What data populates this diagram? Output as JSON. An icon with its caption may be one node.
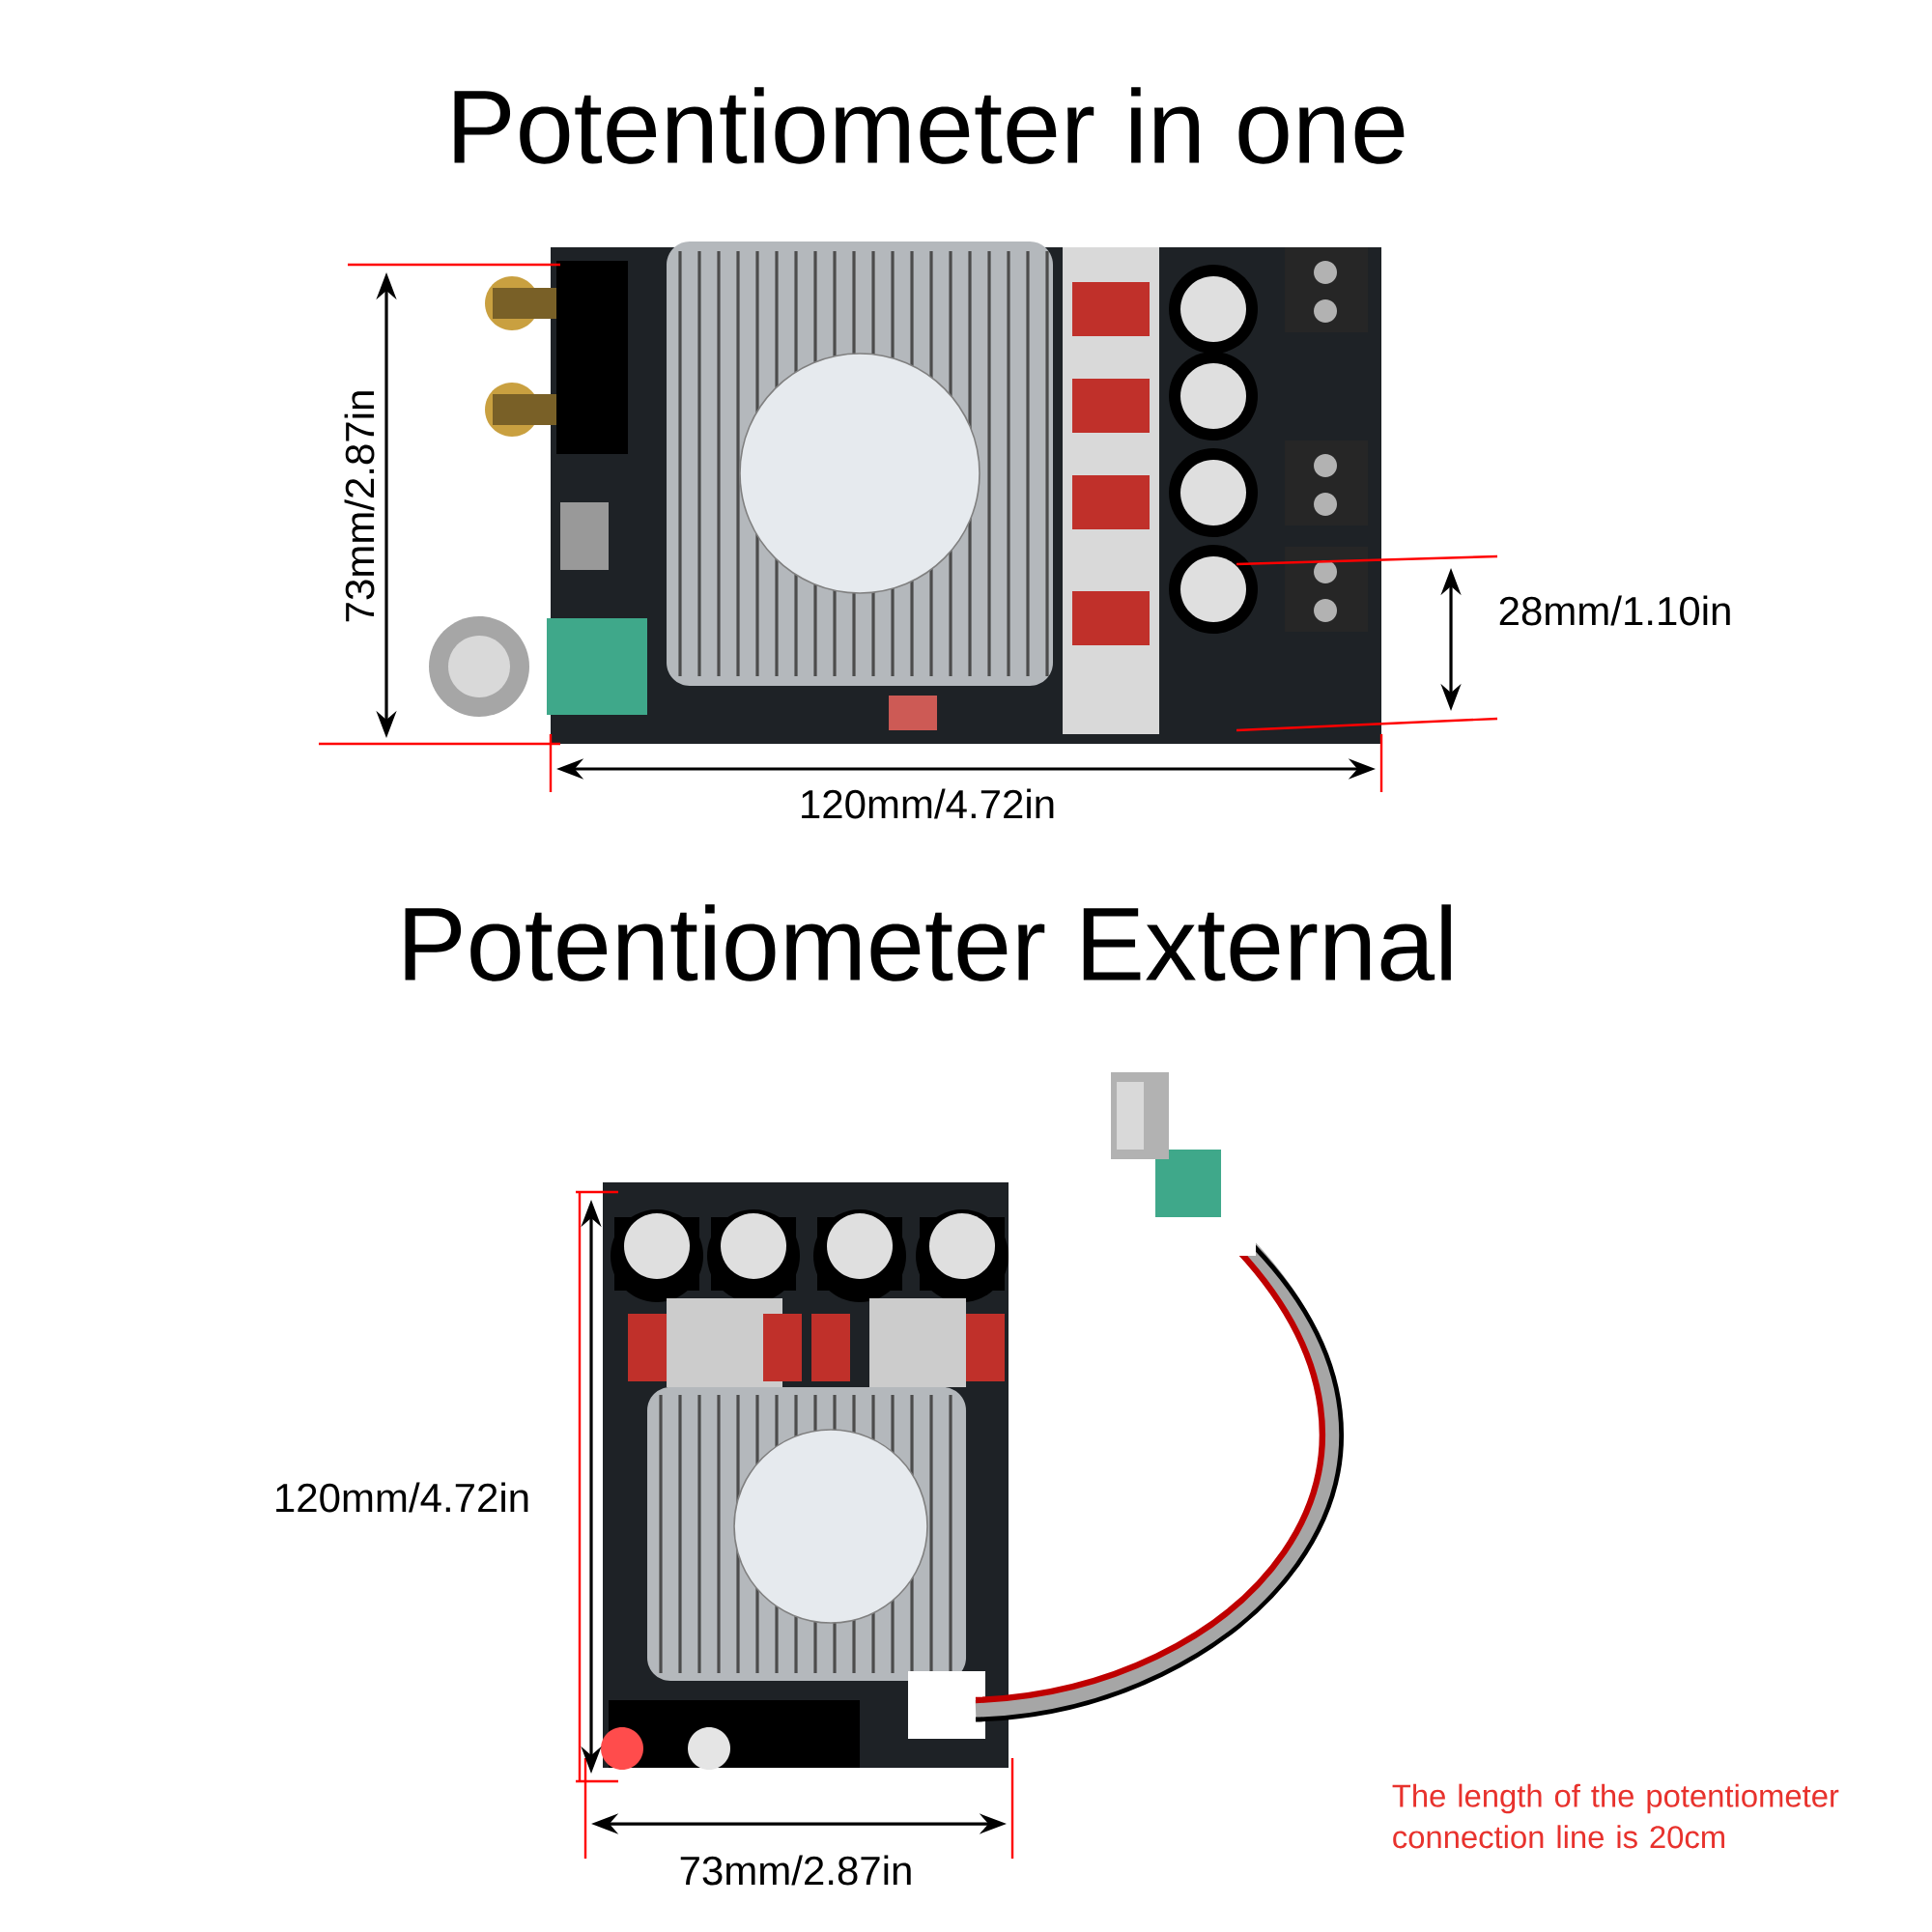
{
  "diagram": {
    "labels": [
      "Potentiometer in one",
      "73mm/2.87in",
      "28mm/1.10in",
      "120mm/4.72in",
      "Potentiometer External",
      "120mm/4.72in",
      "73mm/2.87in",
      "The length of the potentiometer connection line is 20cm"
    ]
  }
}
